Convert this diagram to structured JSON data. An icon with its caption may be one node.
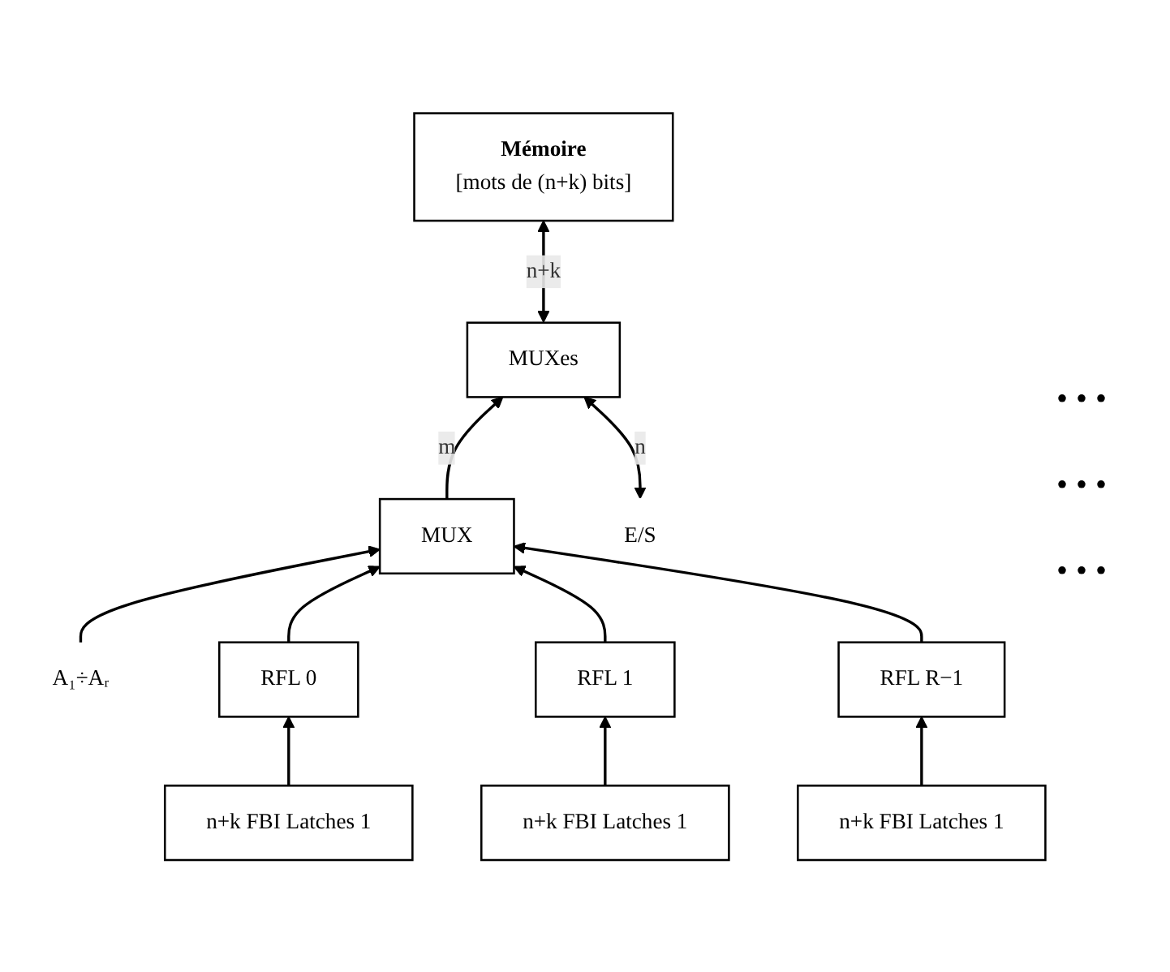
{
  "diagram": {
    "nodes": [
      {
        "text": [
          "Mémoire",
          "[mots de (n+k) bits]"
        ]
      },
      {
        "text": [
          "MUXes"
        ]
      },
      {
        "text": [
          "A₁÷Aᵣ"
        ]
      },
      {
        "text": [
          "MUX"
        ]
      },
      {
        "text": [
          "E/S"
        ]
      },
      {
        "text": [
          "RFL 0"
        ]
      },
      {
        "text": [
          "RFL 1"
        ]
      },
      {
        "text": [
          "RFL R−1"
        ]
      },
      {
        "text": [
          "n+k FBI Latches 1"
        ]
      },
      {
        "text": [
          "n+k FBI Latches 1"
        ]
      },
      {
        "text": [
          "n+k FBI Latches 1"
        ]
      }
    ],
    "edges": [
      {
        "from": 1,
        "to": 0,
        "arrow": "both",
        "label": "n+k"
      },
      {
        "from": 3,
        "to": 1,
        "arrow": "to",
        "label": "m"
      },
      {
        "from": 4,
        "to": 1,
        "arrow": "both",
        "label": "n"
      },
      {
        "from": 2,
        "to": 3,
        "arrow": "to"
      },
      {
        "from": 5,
        "to": 3,
        "arrow": "to"
      },
      {
        "from": 6,
        "to": 3,
        "arrow": "to"
      },
      {
        "from": 7,
        "to": 3,
        "arrow": "to"
      },
      {
        "from": 8,
        "to": 5,
        "arrow": "to"
      },
      {
        "from": 9,
        "to": 6,
        "arrow": "to"
      },
      {
        "from": 10,
        "to": 7,
        "arrow": "to"
      }
    ],
    "labels": [
      "• • •",
      "• • •",
      "• • •"
    ]
  }
}
